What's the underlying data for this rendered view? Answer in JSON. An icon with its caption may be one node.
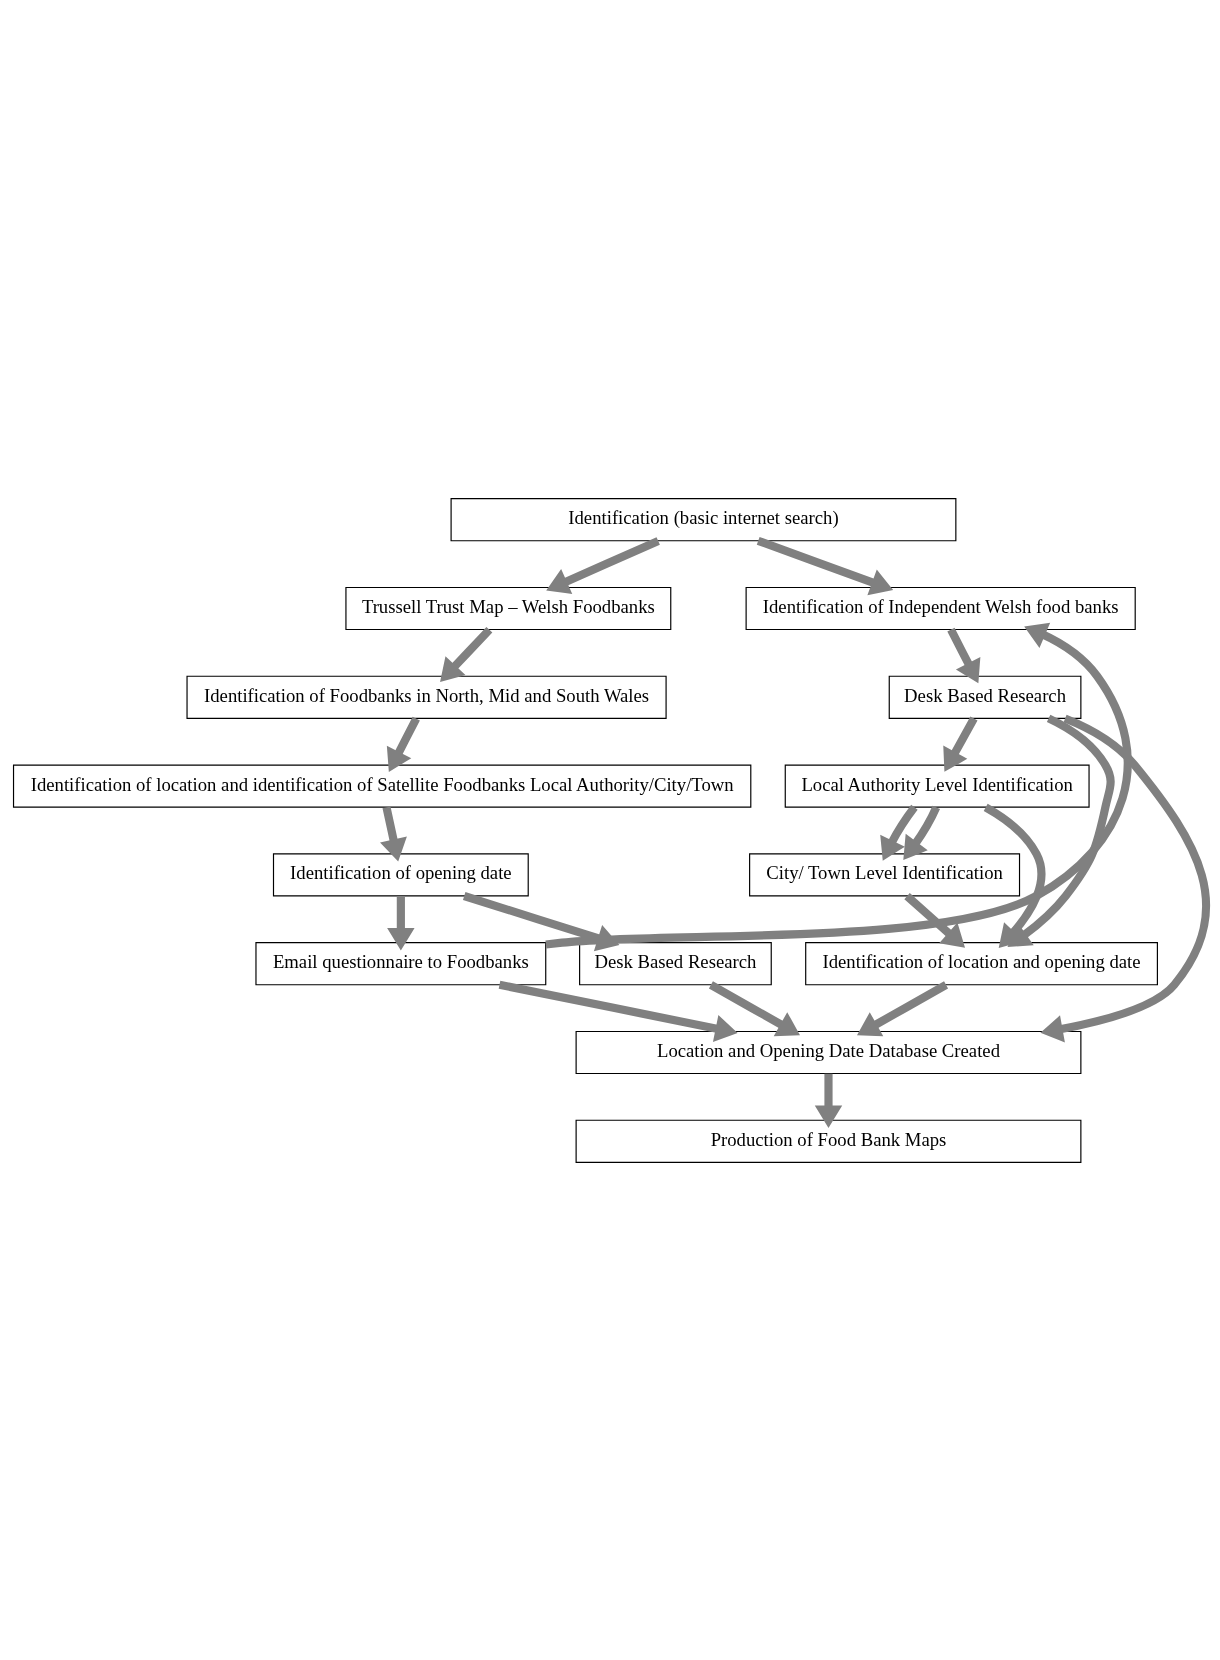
{
  "diagram": {
    "nodes": [
      {
        "text": [
          "Identification (basic internet search)"
        ]
      },
      {
        "text": [
          "Trussell Trust Map – Welsh Foodbanks"
        ]
      },
      {
        "text": [
          "Identification of Independent Welsh food banks"
        ]
      },
      {
        "text": [
          "Identification of Foodbanks in North, Mid and South Wales"
        ]
      },
      {
        "text": [
          "Desk Based Research"
        ]
      },
      {
        "text": [
          "Local Authority Level Identification"
        ]
      },
      {
        "text": [
          "Identification of location and identification of Satellite Foodbanks Local Authority/City/Town"
        ]
      },
      {
        "text": [
          "City/ Town Level Identification"
        ]
      },
      {
        "text": [
          "Identification of opening date"
        ]
      },
      {
        "text": [
          "Identification of location and opening date"
        ]
      },
      {
        "text": [
          "Email questionnaire to Foodbanks"
        ]
      },
      {
        "text": [
          "Desk Based Research"
        ]
      },
      {
        "text": [
          "Location and Opening Date Database Created"
        ]
      },
      {
        "text": [
          "Production of Food Bank Maps"
        ]
      }
    ],
    "edges": [
      {
        "from": 0,
        "to": 1,
        "arrow": "to"
      },
      {
        "from": 0,
        "to": 2,
        "arrow": "to"
      },
      {
        "from": 1,
        "to": 3,
        "arrow": "to"
      },
      {
        "from": 3,
        "to": 6,
        "arrow": "to"
      },
      {
        "from": 6,
        "to": 8,
        "arrow": "to"
      },
      {
        "from": 8,
        "to": 11,
        "arrow": "to"
      },
      {
        "from": 8,
        "to": 10,
        "arrow": "to"
      },
      {
        "from": 10,
        "to": 2,
        "arrow": "to"
      },
      {
        "from": 2,
        "to": 4,
        "arrow": "to"
      },
      {
        "from": 4,
        "to": 12,
        "arrow": "to"
      },
      {
        "from": 4,
        "to": 5,
        "arrow": "to"
      },
      {
        "from": 4,
        "to": 9,
        "arrow": "to"
      },
      {
        "from": 5,
        "to": 7,
        "arrow": "to"
      },
      {
        "from": 5,
        "to": 7,
        "arrow": "to"
      },
      {
        "from": 5,
        "to": 9,
        "arrow": "to"
      },
      {
        "from": 7,
        "to": 9,
        "arrow": "to"
      },
      {
        "from": 11,
        "to": 12,
        "arrow": "to"
      },
      {
        "from": 10,
        "to": 12,
        "arrow": "to"
      },
      {
        "from": 9,
        "to": 12,
        "arrow": "to"
      },
      {
        "from": 12,
        "to": 13,
        "arrow": "to"
      }
    ]
  }
}
